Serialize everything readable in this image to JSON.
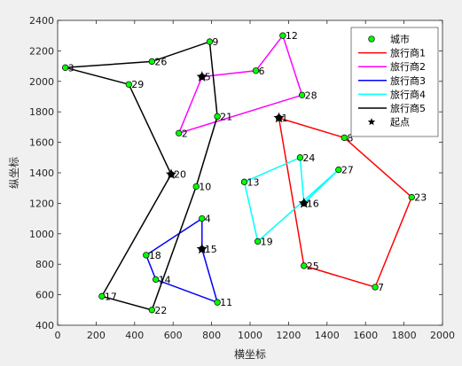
{
  "chart_data": {
    "type": "scatter",
    "xlabel": "横坐标",
    "ylabel": "纵坐标",
    "xlim": [
      0,
      2000
    ],
    "ylim": [
      400,
      2400
    ],
    "xticks": [
      0,
      200,
      400,
      600,
      800,
      1000,
      1200,
      1400,
      1600,
      1800,
      2000
    ],
    "yticks": [
      400,
      600,
      800,
      1000,
      1200,
      1400,
      1600,
      1800,
      2000,
      2200,
      2400
    ],
    "grid": false,
    "legend_position": "top-right",
    "cities": [
      {
        "id": "1",
        "x": 1150,
        "y": 1760
      },
      {
        "id": "2",
        "x": 630,
        "y": 1660
      },
      {
        "id": "3",
        "x": 40,
        "y": 2090
      },
      {
        "id": "4",
        "x": 750,
        "y": 1100
      },
      {
        "id": "5",
        "x": 750,
        "y": 2030
      },
      {
        "id": "6",
        "x": 1030,
        "y": 2070
      },
      {
        "id": "7",
        "x": 1650,
        "y": 650
      },
      {
        "id": "8",
        "x": 1490,
        "y": 1630
      },
      {
        "id": "9",
        "x": 790,
        "y": 2260
      },
      {
        "id": "10",
        "x": 720,
        "y": 1310
      },
      {
        "id": "11",
        "x": 830,
        "y": 550
      },
      {
        "id": "12",
        "x": 1170,
        "y": 2300
      },
      {
        "id": "13",
        "x": 970,
        "y": 1340
      },
      {
        "id": "14",
        "x": 510,
        "y": 700
      },
      {
        "id": "15",
        "x": 750,
        "y": 900
      },
      {
        "id": "16",
        "x": 1280,
        "y": 1200
      },
      {
        "id": "17",
        "x": 230,
        "y": 590
      },
      {
        "id": "18",
        "x": 460,
        "y": 860
      },
      {
        "id": "19",
        "x": 1040,
        "y": 950
      },
      {
        "id": "20",
        "x": 590,
        "y": 1390
      },
      {
        "id": "21",
        "x": 830,
        "y": 1770
      },
      {
        "id": "22",
        "x": 490,
        "y": 500
      },
      {
        "id": "23",
        "x": 1840,
        "y": 1240
      },
      {
        "id": "24",
        "x": 1260,
        "y": 1500
      },
      {
        "id": "25",
        "x": 1280,
        "y": 790
      },
      {
        "id": "26",
        "x": 490,
        "y": 2130
      },
      {
        "id": "27",
        "x": 1460,
        "y": 1420
      },
      {
        "id": "28",
        "x": 1270,
        "y": 1910
      },
      {
        "id": "29",
        "x": 370,
        "y": 1980
      }
    ],
    "series": [
      {
        "name": "旅行商1",
        "color": "#ff0000",
        "route": [
          "1",
          "8",
          "23",
          "7",
          "25",
          "1"
        ]
      },
      {
        "name": "旅行商2",
        "color": "#ff00ff",
        "route": [
          "5",
          "6",
          "12",
          "28",
          "2",
          "5"
        ]
      },
      {
        "name": "旅行商3",
        "color": "#0000ff",
        "route": [
          "15",
          "4",
          "18",
          "14",
          "11",
          "15"
        ]
      },
      {
        "name": "旅行商4",
        "color": "#00ffff",
        "route": [
          "16",
          "24",
          "13",
          "19",
          "27",
          "16"
        ]
      },
      {
        "name": "旅行商5",
        "color": "#000000",
        "route": [
          "20",
          "29",
          "3",
          "26",
          "9",
          "21",
          "10",
          "22",
          "17",
          "20"
        ]
      }
    ],
    "start_points": [
      "1",
      "5",
      "15",
      "16",
      "20"
    ],
    "legend": {
      "city_label": "城市",
      "start_label": "起点"
    },
    "city_marker_color": "#00ff00"
  }
}
